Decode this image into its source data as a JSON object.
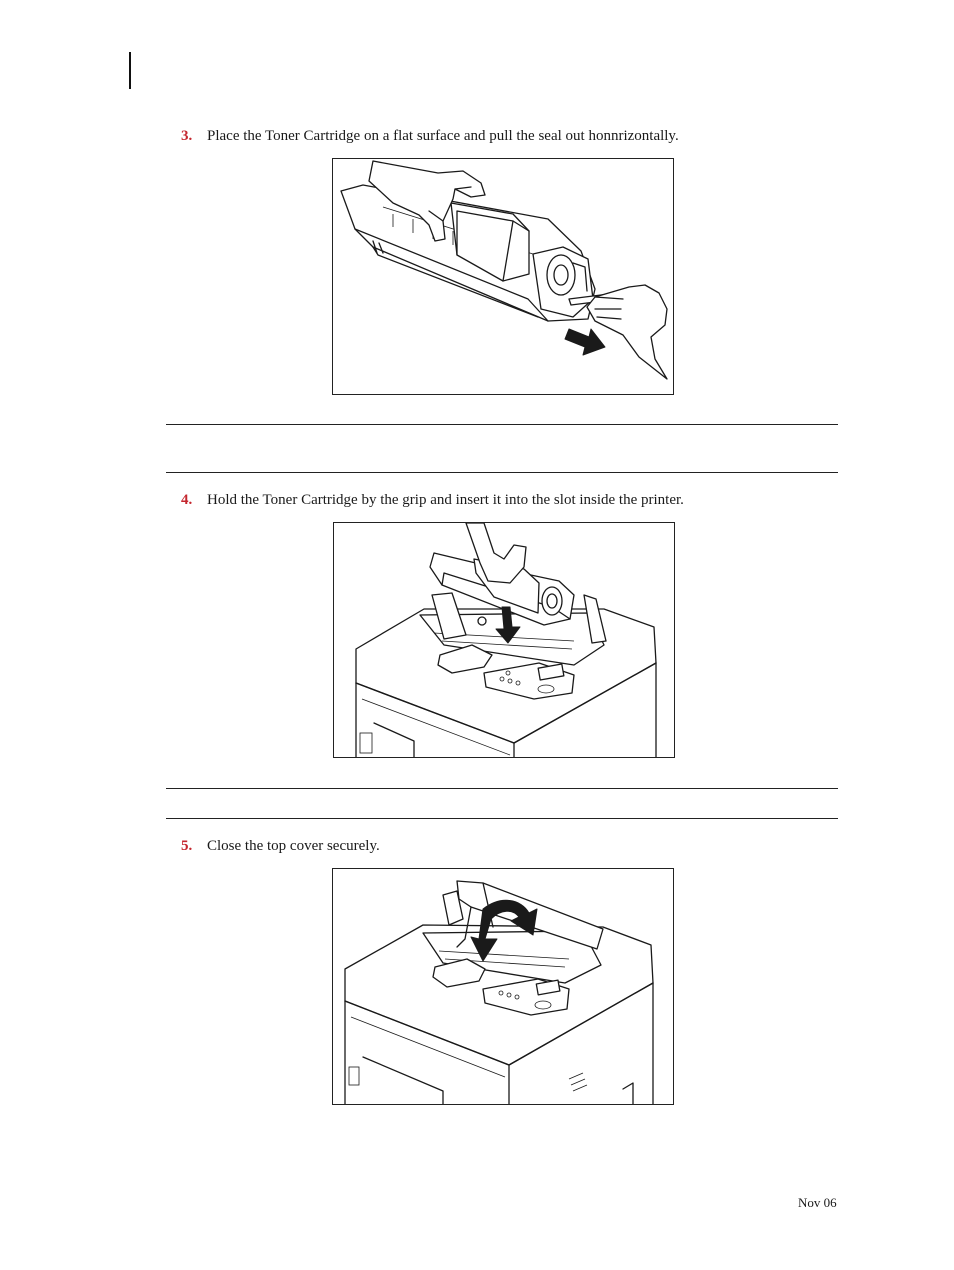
{
  "steps": [
    {
      "number": "3.",
      "text": "Place the Toner Cartridge on a flat surface and pull the seal out honnrizontally."
    },
    {
      "number": "4.",
      "text": "Hold the Toner Cartridge by the grip and insert it into the slot inside the printer."
    },
    {
      "number": "5.",
      "text": "Close the top cover securely."
    }
  ],
  "footer": {
    "date": "Nov 06"
  },
  "colors": {
    "step_number": "#c4262e",
    "text": "#1a1a1a",
    "rule": "#222222"
  },
  "figures": [
    {
      "icon": "hand-pulling-seal-illustration"
    },
    {
      "icon": "insert-cartridge-illustration"
    },
    {
      "icon": "close-cover-illustration"
    }
  ]
}
